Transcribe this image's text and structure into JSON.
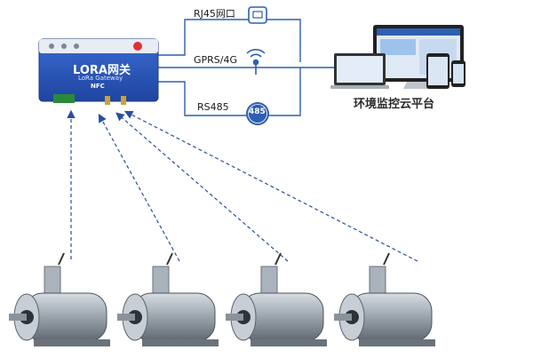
{
  "gateway": {
    "title": "LORA网关",
    "subtitle": "LoRa Gateway",
    "nfc": "NFC"
  },
  "links": [
    {
      "label": "RJ45网口",
      "icon": "ethernet-port-icon"
    },
    {
      "label": "GPRS/4G",
      "icon": "wireless-signal-icon"
    },
    {
      "label": "RS485",
      "icon": "rs485-badge-icon",
      "badge": "485"
    }
  ],
  "platform": {
    "label": "环境监控云平台",
    "icon": "device-screens-icon"
  },
  "motors": [
    {
      "icon": "motor-with-sensor-icon"
    },
    {
      "icon": "motor-with-sensor-icon"
    },
    {
      "icon": "motor-with-sensor-icon"
    },
    {
      "icon": "motor-with-sensor-icon"
    }
  ],
  "colors": {
    "line": "#2f5fb0",
    "gateway": "#2b57b8",
    "badge": "#2f5fb0",
    "dashed": "#2a4fa0"
  }
}
